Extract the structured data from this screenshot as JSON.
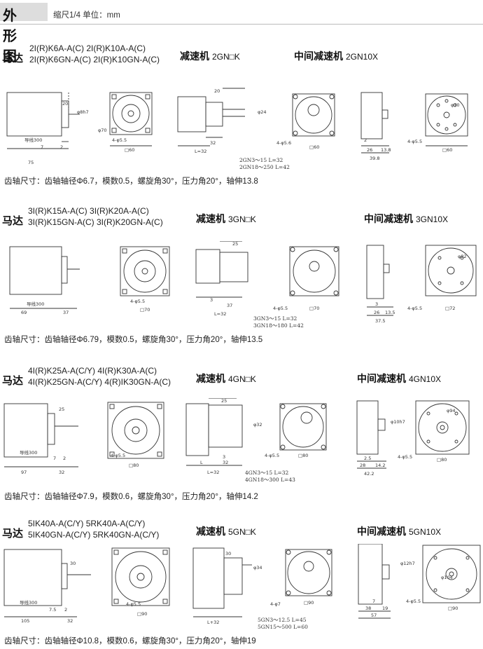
{
  "header": {
    "title": "外形图",
    "scale_note": "缩尺1/4  单位：mm"
  },
  "labels": {
    "motor": "马达",
    "reducer": "减速机",
    "mid_reducer": "中间减速机"
  },
  "sections": [
    {
      "models_line1": "2I(R)K6A-A(C)   2I(R)K10A-A(C)",
      "models_line2": "2I(R)K6GN-A(C)   2I(R)K10GN-A(C)",
      "reducer_code": "2GN□K",
      "mid_code": "2GN10X",
      "spec": "齿轴尺寸：齿轴轴径Φ6.7，模数0.5，螺旋角30°，压力角20°，轴伸13.8",
      "ratio_line1": "2GN3～15      L=32",
      "ratio_line2": "2GN18～250    L=42",
      "dims": {
        "d1": "75",
        "d2": "7",
        "d3": "2",
        "d4": "20",
        "d5": "60",
        "d6": "70",
        "d7": "4-φ5.5",
        "d8": "□60",
        "d9": "20",
        "d10": "32",
        "d11": "L=32",
        "d12": "φ24",
        "d13": "4-φ5.6",
        "d14": "□60",
        "d15": "2",
        "d16": "26",
        "d17": "13.8",
        "d18": "39.8",
        "d19": "4-φ5.5",
        "d20": "□60",
        "d21": "φ70",
        "d22": "φ8h7",
        "d23": "导线300",
        "d24": "φ70"
      }
    },
    {
      "models_line1": "3I(R)K15A-A(C)   3I(R)K20A-A(C)",
      "models_line2": "3I(R)K15GN-A(C)   3I(R)K20GN-A(C)",
      "reducer_code": "3GN□K",
      "mid_code": "3GN10X",
      "spec": "齿轴尺寸：齿轴轴径Φ6.79，模数0.5，螺旋角30°，压力角20°，轴伸13.5",
      "ratio_line1": "3GN3～15      L=32",
      "ratio_line2": "3GN18～180    L=42",
      "dims": {
        "d1": "69",
        "d2": "37",
        "d3": "导线300",
        "d4": "4-φ5.5",
        "d5": "□70",
        "d6": "25",
        "d7": "3",
        "d8": "37",
        "d9": "L=32",
        "d10": "4-φ5.5",
        "d11": "□70",
        "d12": "3",
        "d13": "26",
        "d14": "13.5",
        "d15": "37.5",
        "d16": "4-φ5.5",
        "d17": "□72",
        "d18": "φ82"
      }
    },
    {
      "models_line1": "4I(R)K25A-A(C/Y)   4I(R)K30A-A(C)",
      "models_line2": "4I(R)K25GN-A(C/Y)   4(R)IK30GN-A(C)",
      "reducer_code": "4GN□K",
      "mid_code": "4GN10X",
      "spec": "齿轴尺寸：齿轴轴径Φ7.9，模数0.6，螺旋角30°，压力角20°，轴伸14.2",
      "ratio_line1": "4GN3～15      L=32",
      "ratio_line2": "4GN18～300    L=43",
      "dims": {
        "d1": "97",
        "d2": "32",
        "d3": "25",
        "d4": "7",
        "d5": "2",
        "d6": "导线300",
        "d7": "4-φ5.5",
        "d8": "□80",
        "d9": "25",
        "d10": "L",
        "d11": "3",
        "d12": "32",
        "d13": "L=32",
        "d14": "φ32",
        "d15": "4-φ5.5",
        "d16": "□80",
        "d17": "2.5",
        "d18": "28",
        "d19": "14.2",
        "d20": "42.2",
        "d21": "4-φ5.5",
        "d22": "□80",
        "d23": "φ94",
        "d24": "φ10h7"
      }
    },
    {
      "models_line1": "5IK40A-A(C/Y)   5RK40A-A(C/Y)",
      "models_line2": "5IK40GN-A(C/Y)   5RK40GN-A(C/Y)",
      "reducer_code": "5GN□K",
      "mid_code": "5GN10X",
      "spec": "齿轴尺寸：齿轴轴径Φ10.8，模数0.6，螺旋角30°，压力角20°，轴伸19",
      "ratio_line1": "5GN3～12.5     L=45",
      "ratio_line2": "5GN15～500     L=60",
      "dims": {
        "d1": "105",
        "d2": "32",
        "d3": "30",
        "d4": "7.5",
        "d5": "2",
        "d6": "导线300",
        "d7": "4-φ5.5",
        "d8": "□90",
        "d9": "30",
        "d10": "L+32",
        "d11": "φ34",
        "d12": "4-φ7",
        "d13": "□90",
        "d14": "7",
        "d15": "38",
        "d16": "19",
        "d17": "57",
        "d18": "4-φ5.5",
        "d19": "□90",
        "d20": "φ104",
        "d21": "φ12h7"
      }
    }
  ]
}
